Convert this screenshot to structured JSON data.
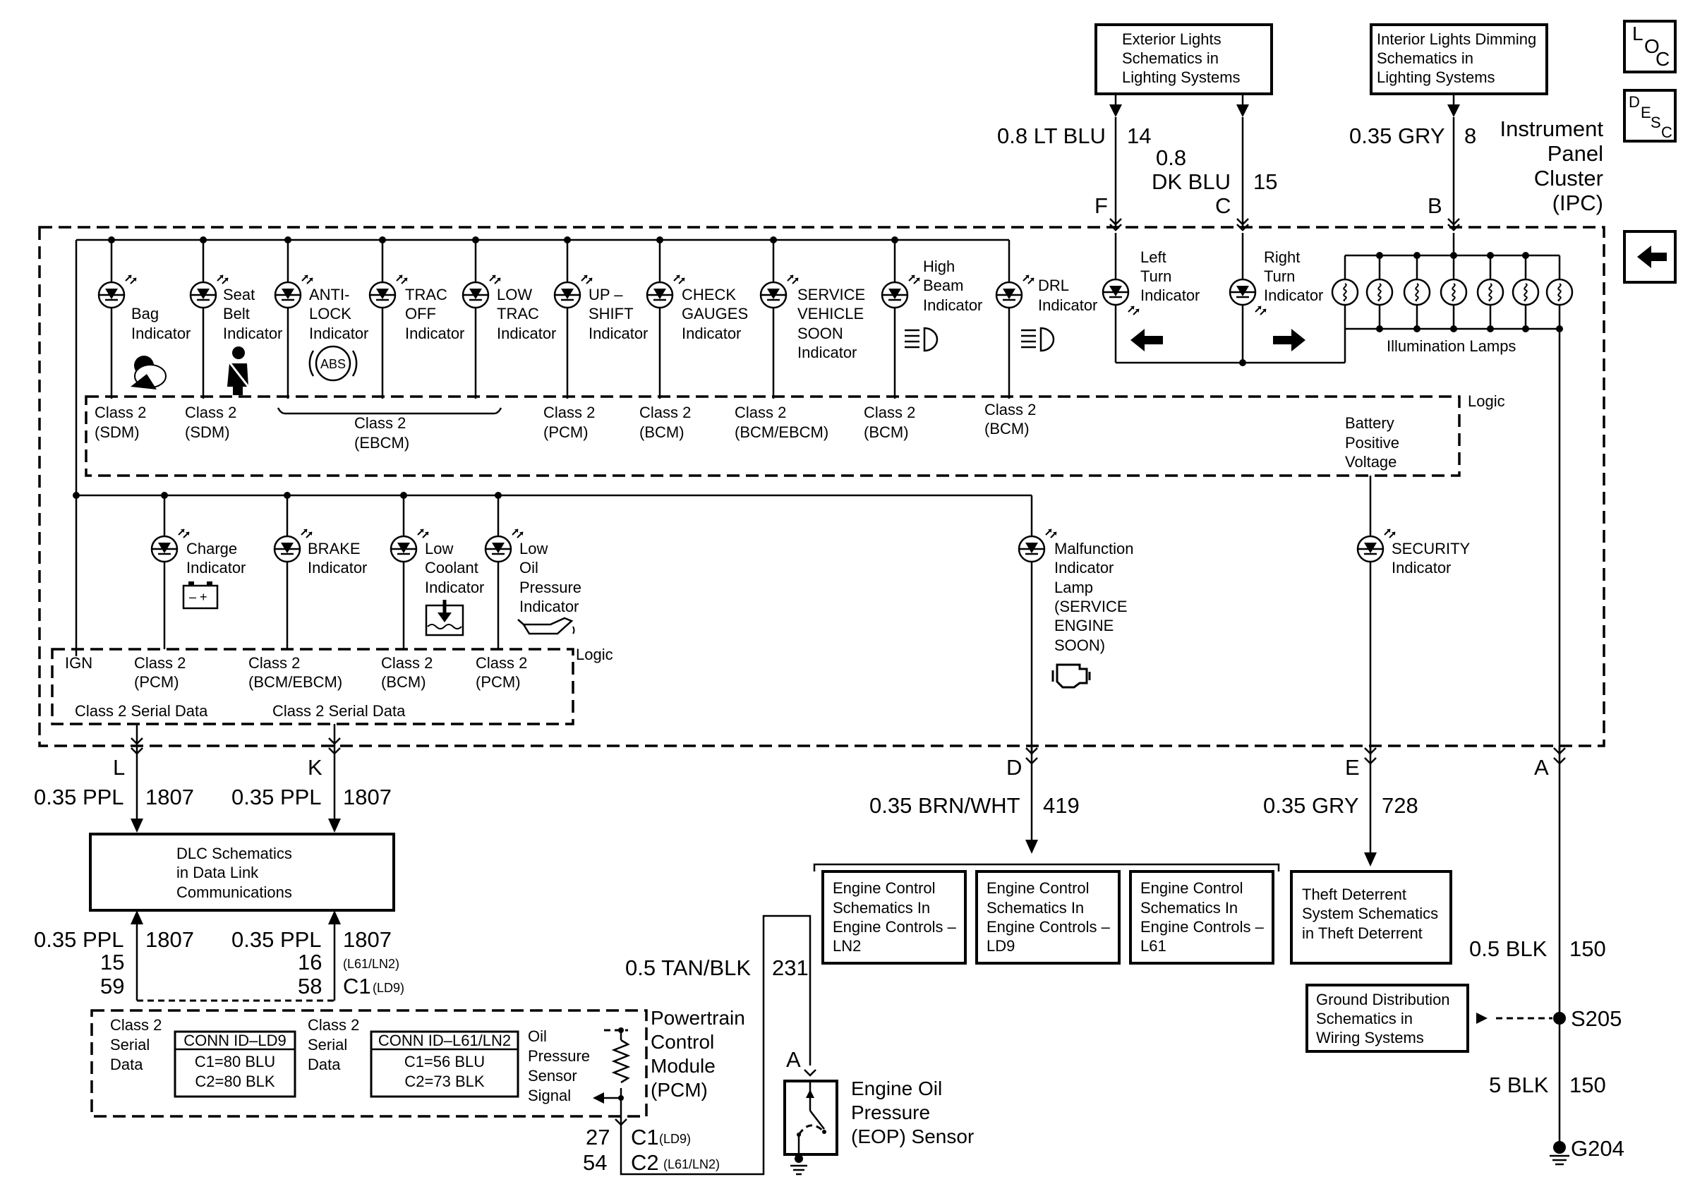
{
  "refs": {
    "exterior_lights": [
      "Exterior Lights",
      "Schematics in",
      "Lighting Systems"
    ],
    "interior_lights": [
      "Interior Lights Dimming",
      "Schematics in",
      "Lighting Systems"
    ],
    "dlc": [
      "DLC Schematics",
      "in Data Link",
      "Communications"
    ],
    "theft": [
      "Theft Deterrent",
      "System Schematics",
      "in Theft Deterrent"
    ],
    "ground_dist": [
      "Ground Distribution",
      "Schematics in",
      "Wiring Systems"
    ],
    "engine_ln2": [
      "Engine Control",
      "Schematics In",
      "Engine Controls –",
      "LN2"
    ],
    "engine_ld9": [
      "Engine Control",
      "Schematics In",
      "Engine Controls –",
      "LD9"
    ],
    "engine_l61": [
      "Engine Control",
      "Schematics In",
      "Engine Controls –",
      "L61"
    ]
  },
  "nav": {
    "loc": {
      "L": "L",
      "O": "O",
      "C": "C"
    },
    "desc": {
      "D": "D",
      "E": "E",
      "S": "S",
      "C": "C"
    },
    "back_arrow": "←"
  },
  "ipc": {
    "title": [
      "Instrument",
      "Panel",
      "Cluster",
      "(IPC)"
    ],
    "logic": "Logic",
    "battery": [
      "Battery",
      "Positive",
      "Voltage"
    ],
    "illumination": "Illumination Lamps"
  },
  "top_wires": {
    "f": {
      "pin": "F",
      "gauge": "0.8 LT BLU",
      "circuit": "14"
    },
    "c": {
      "pin": "C",
      "gauge_1": "0.8",
      "gauge_2": "DK BLU",
      "circuit": "15"
    },
    "b": {
      "pin": "B",
      "gauge": "0.35 GRY",
      "circuit": "8"
    }
  },
  "indicators_top": [
    {
      "label": [
        "Bag",
        "Indicator"
      ],
      "class": [
        "Class 2",
        "(SDM)"
      ]
    },
    {
      "label": [
        "Seat",
        "Belt",
        "Indicator"
      ],
      "class": [
        "Class 2",
        "(SDM)"
      ]
    },
    {
      "label": [
        "ANTI-",
        "LOCK",
        "Indicator"
      ]
    },
    {
      "label": [
        "TRAC",
        "OFF",
        "Indicator"
      ]
    },
    {
      "label": [
        "LOW",
        "TRAC",
        "Indicator"
      ]
    },
    {
      "label": [
        "UP –",
        "SHIFT",
        "Indicator"
      ],
      "class": [
        "Class 2",
        "(PCM)"
      ]
    },
    {
      "label": [
        "CHECK",
        "GAUGES",
        "Indicator"
      ],
      "class": [
        "Class 2",
        "(BCM)"
      ]
    },
    {
      "label": [
        "SERVICE",
        "VEHICLE",
        "SOON",
        "Indicator"
      ],
      "class": [
        "Class 2",
        "(BCM/EBCM)"
      ]
    },
    {
      "label": [
        "High",
        "Beam",
        "Indicator"
      ],
      "class": [
        "Class 2",
        "(BCM)"
      ]
    },
    {
      "label": [
        "DRL",
        "Indicator"
      ],
      "class": [
        "Class 2",
        "(BCM)"
      ]
    }
  ],
  "abs_class": [
    "Class 2",
    "(EBCM)"
  ],
  "abs_icon": "ABS",
  "turn": {
    "left": [
      "Left",
      "Turn",
      "Indicator"
    ],
    "right": [
      "Right",
      "Turn",
      "Indicator"
    ]
  },
  "indicators_bottom": [
    {
      "label": [
        "Charge",
        "Indicator"
      ]
    },
    {
      "label": [
        "BRAKE",
        "Indicator"
      ]
    },
    {
      "label": [
        "Low",
        "Coolant",
        "Indicator"
      ]
    },
    {
      "label": [
        "Low",
        "Oil",
        "Pressure",
        "Indicator"
      ]
    }
  ],
  "mil": [
    "Malfunction",
    "Indicator",
    "Lamp",
    "(SERVICE",
    "ENGINE",
    "SOON)"
  ],
  "security": [
    "SECURITY",
    "Indicator"
  ],
  "lower_logic": {
    "ign": "IGN",
    "classes": [
      [
        "Class 2",
        "(PCM)"
      ],
      [
        "Class 2",
        "(BCM/EBCM)"
      ],
      [
        "Class 2",
        "(BCM)"
      ],
      [
        "Class 2",
        "(PCM)"
      ]
    ],
    "serial": "Class 2 Serial Data",
    "logic": "Logic",
    "battery_minus": "–  +"
  },
  "bottom_wires": {
    "l": {
      "pin": "L",
      "gauge": "0.35 PPL",
      "circuit": "1807"
    },
    "k": {
      "pin": "K",
      "gauge": "0.35 PPL",
      "circuit": "1807"
    },
    "d": {
      "pin": "D",
      "gauge": "0.35 BRN/WHT",
      "circuit": "419"
    },
    "e": {
      "pin": "E",
      "gauge": "0.35 GRY",
      "circuit": "728"
    },
    "a": {
      "pin": "A",
      "gauge": "0.5 BLK",
      "circuit": "150",
      "splice": "S205",
      "gauge2": "5 BLK",
      "circuit2": "150",
      "ground": "G204"
    }
  },
  "pcm": {
    "title": [
      "Powertrain",
      "Control",
      "Module",
      "(PCM)"
    ],
    "wire1": {
      "gauge": "0.35 PPL",
      "circuit": "1807",
      "pin1": "15",
      "pin2": "59"
    },
    "wire2": {
      "gauge": "0.35 PPL",
      "circuit": "1807",
      "pin1": "16",
      "pin1_note": "(L61/LN2)",
      "pin2": "58",
      "conn": "C1",
      "conn_note": "(LD9)"
    },
    "serial": [
      "Class 2",
      "Serial",
      "Data"
    ],
    "conn_ld9": [
      "CONN ID–LD9",
      "C1=80 BLU",
      "C2=80 BLK"
    ],
    "conn_l61": [
      "CONN ID–L61/LN2",
      "C1=56 BLU",
      "C2=73 BLK"
    ],
    "oil_signal": [
      "Oil",
      "Pressure",
      "Sensor",
      "Signal"
    ],
    "pins_bottom": {
      "p1": "27",
      "c1": "C1",
      "c1_note": "(LD9)",
      "p2": "54",
      "c2": "C2",
      "c2_note": "(L61/LN2)"
    }
  },
  "eop": {
    "wire": {
      "gauge": "0.5 TAN/BLK",
      "circuit": "231"
    },
    "pin": "A",
    "title": [
      "Engine Oil",
      "Pressure",
      "(EOP) Sensor"
    ]
  }
}
